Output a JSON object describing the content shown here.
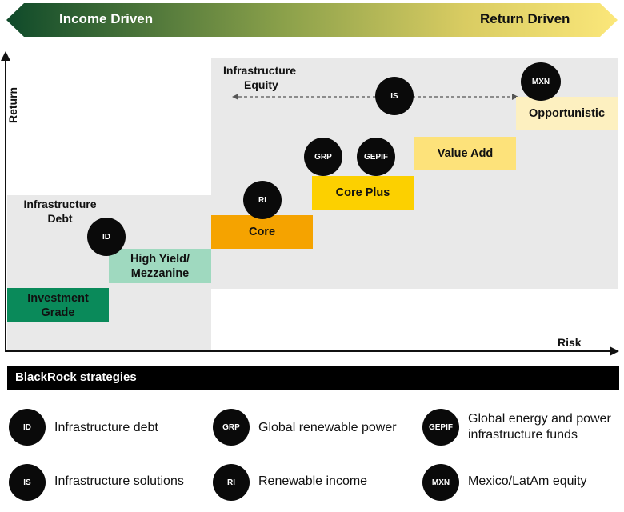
{
  "header": {
    "left_label": "Income Driven",
    "right_label": "Return Driven"
  },
  "axes": {
    "y_label": "Return",
    "x_label": "Risk"
  },
  "zones": {
    "debt_label_line1": "Infrastructure",
    "debt_label_line2": "Debt",
    "equity_label_line1": "Infrastructure",
    "equity_label_line2": "Equity"
  },
  "boxes": {
    "investment_grade_1": "Investment",
    "investment_grade_2": "Grade",
    "high_yield_1": "High Yield/",
    "high_yield_2": "Mezzanine",
    "core": "Core",
    "core_plus": "Core Plus",
    "value_add": "Value Add",
    "opportunistic": "Opportunistic"
  },
  "markers": {
    "id": "ID",
    "ri": "RI",
    "grp": "GRP",
    "gepif": "GEPIF",
    "is": "IS",
    "mxn": "MXN"
  },
  "colors": {
    "investment_grade": "#0a8a5a",
    "high_yield": "#9fd9bf",
    "core": "#f5a300",
    "core_plus": "#fcd000",
    "value_add": "#fde27a",
    "opportunistic": "#fdf0c0",
    "gradient_left": "#0f4a2a",
    "gradient_right": "#fbe77a"
  },
  "legend": {
    "title": "BlackRock strategies",
    "items": [
      {
        "code": "ID",
        "text": "Infrastructure debt"
      },
      {
        "code": "GRP",
        "text": "Global renewable power"
      },
      {
        "code": "GEPIF",
        "text_line1": "Global energy and power",
        "text_line2": "infrastructure funds"
      },
      {
        "code": "IS",
        "text": "Infrastructure solutions"
      },
      {
        "code": "RI",
        "text": "Renewable income"
      },
      {
        "code": "MXN",
        "text": "Mexico/LatAm equity"
      }
    ]
  }
}
